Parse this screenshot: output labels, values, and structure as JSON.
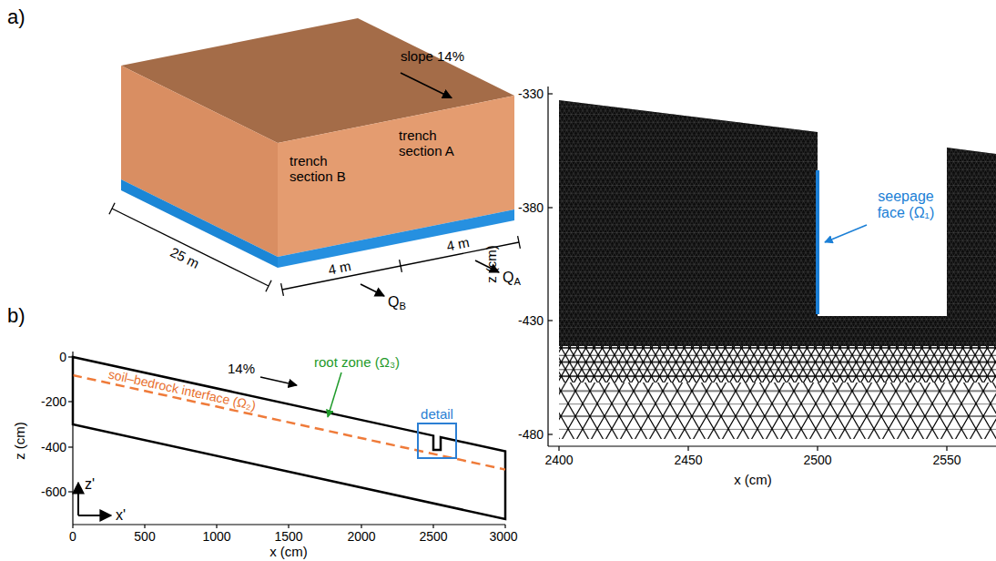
{
  "diagram": {
    "nodes": [
      {
        "text": [
          "detail"
        ]
      }
    ],
    "labels": [
      "a)",
      "slope 14%",
      "25 m",
      "trench section A",
      "trench section B",
      "4 m",
      "4 m",
      "QA",
      "QB",
      "b)",
      "14%",
      "root zone (Ω₃)",
      "soil–bedrock interface (Ω₂)",
      "0",
      "-200",
      "-400",
      "-600",
      "z'",
      "x'",
      "0",
      "500",
      "1000",
      "1500",
      "2000",
      "2500",
      "3000",
      "x (cm)",
      "z (cm)",
      "-330",
      "-380",
      "-430",
      "-480",
      "2400",
      "2450",
      "2500",
      "2550",
      "x (cm)",
      "z (cm)",
      "seepage face (Ω₁)"
    ]
  }
}
